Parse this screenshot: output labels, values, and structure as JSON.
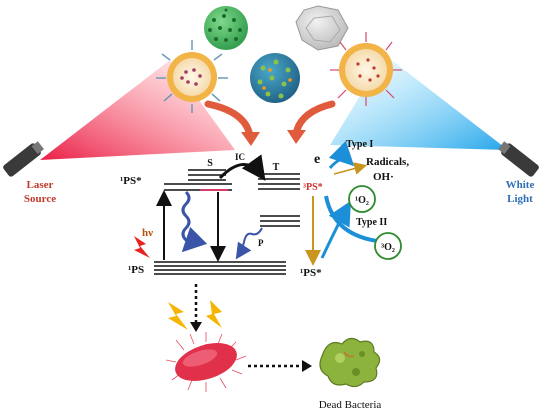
{
  "labels": {
    "laser_line1": "Laser",
    "laser_line2": "Source",
    "white_line1": "White",
    "white_line2": "Light",
    "singlet_excited": "¹PS*",
    "singlet_ground": "¹PS",
    "triplet_state": "³PS*",
    "ground_right": "¹PS*",
    "s": "S",
    "t": "T",
    "ic": "IC",
    "hv": "hν",
    "p": "P",
    "e": "e",
    "type1": "Type I",
    "radicals": "Radicals,",
    "oh": "OH·",
    "type2": "Type II",
    "singlet_oxygen": "¹O₂",
    "triplet_oxygen": "³O₂",
    "dead_bacteria": "Dead Bacteria"
  },
  "colors": {
    "laser_beam": "#e8123c",
    "white_beam": "#19a0e8",
    "laser_text": "#c0392b",
    "white_text": "#2d6eb4",
    "curved_arrow": "#e05a3c",
    "wavy_blue": "#3a55a8",
    "triplet_red": "#d0302c",
    "gold": "#c8961e",
    "oxygen_green": "#2e8b2e",
    "cyan_arrow": "#1d8fd8",
    "bacteria": "#e0304a",
    "dead_bacteria": "#8cb43c",
    "bolt": "#f4b400"
  }
}
